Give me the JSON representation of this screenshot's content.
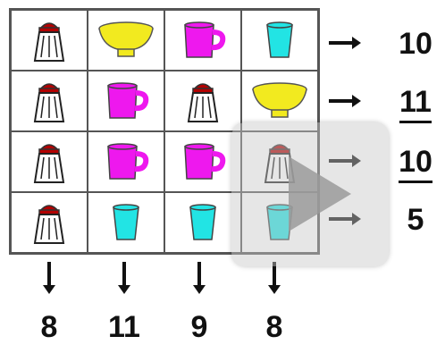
{
  "grid": {
    "rows": [
      [
        "salt-shaker",
        "yellow-bowl",
        "magenta-mug",
        "cyan-cup"
      ],
      [
        "salt-shaker",
        "magenta-mug",
        "salt-shaker",
        "yellow-bowl"
      ],
      [
        "salt-shaker",
        "magenta-mug",
        "magenta-mug",
        "salt-shaker"
      ],
      [
        "salt-shaker",
        "cyan-cup",
        "cyan-cup",
        "cyan-cup"
      ]
    ]
  },
  "row_sums": [
    "10",
    "11",
    "10",
    "5"
  ],
  "row_sums_underlined": [
    false,
    true,
    true,
    false
  ],
  "column_sums": [
    "8",
    "11",
    "9",
    "8"
  ],
  "colors": {
    "bowl": "#f2ea1f",
    "mug": "#ee18ee",
    "cup": "#22e4e4",
    "shaker_cap": "#b30000",
    "overlay": "#c8c8c8"
  },
  "icons": {
    "row_arrow": "right-arrow-icon",
    "column_arrow": "down-arrow-icon",
    "play": "play-icon"
  }
}
